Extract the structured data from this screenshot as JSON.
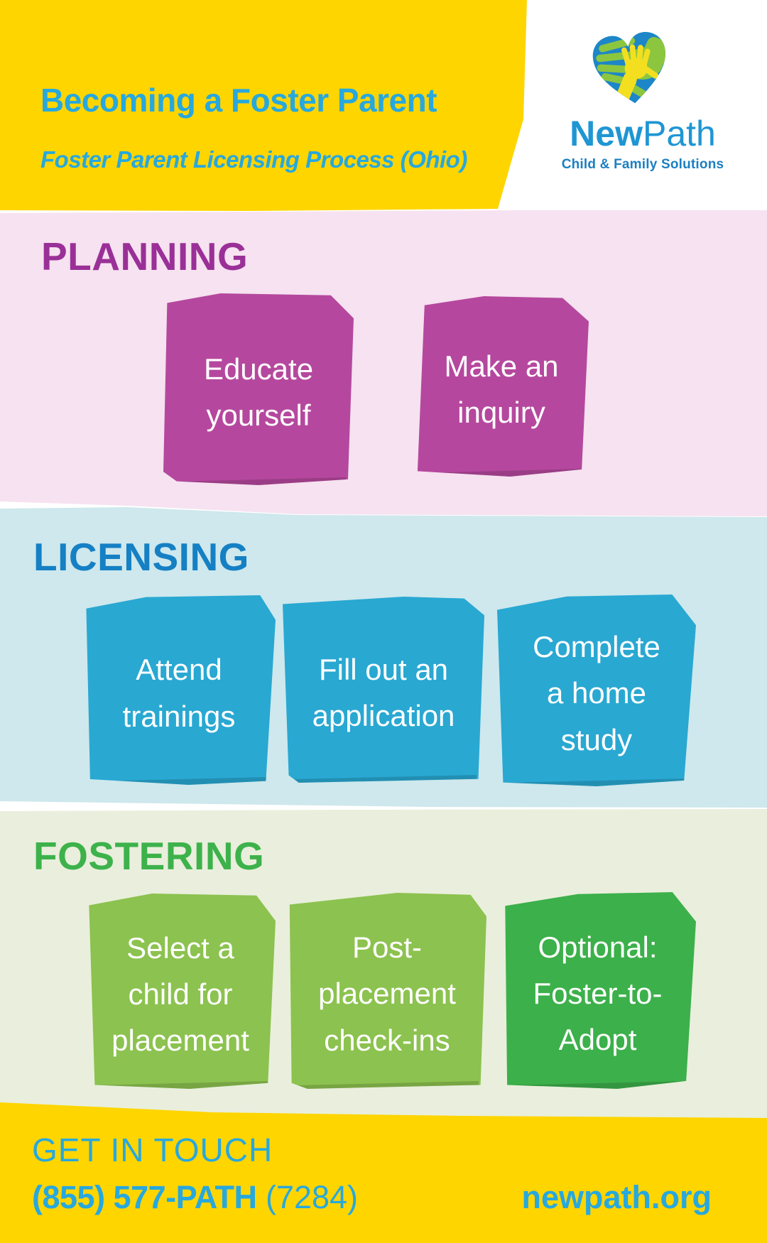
{
  "header": {
    "title": "Becoming a Foster Parent",
    "subtitle": "Foster Parent Licensing Process (Ohio)"
  },
  "logo": {
    "icon": "heart-hands-icon",
    "brand_bold": "New",
    "brand_light": "Path",
    "tagline": "Child & Family Solutions"
  },
  "sections": [
    {
      "label": "PLANNING",
      "heading_color": "#9A3097",
      "bg_color": "#F6E2F0",
      "note_color": "#B5489E",
      "notes": [
        "Educate\nyourself",
        "Make an\ninquiry"
      ]
    },
    {
      "label": "LICENSING",
      "heading_color": "#1580C4",
      "bg_color": "#CEE8ED",
      "note_color": "#29A8D2",
      "notes": [
        "Attend\ntrainings",
        "Fill out an\napplication",
        "Complete\na home\nstudy"
      ]
    },
    {
      "label": "FOSTERING",
      "heading_color": "#3DB24B",
      "bg_color": "#E9EFDC",
      "note_color": "#8CC24F",
      "note_color_optional": "#3CB04A",
      "notes": [
        "Select a\nchild for\nplacement",
        "Post-\nplacement\ncheck-ins",
        "Optional:\nFoster-to-\nAdopt"
      ]
    }
  ],
  "footer": {
    "heading": "GET IN TOUCH",
    "phone": "(855) 577-PATH",
    "phone_mnemonic": "(7284)",
    "website": "newpath.org",
    "bg_color": "#FFD500",
    "text_color": "#27A8DE"
  }
}
